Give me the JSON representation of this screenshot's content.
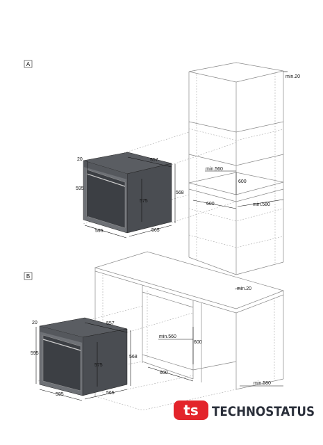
{
  "sections": {
    "a": "A",
    "b": "B"
  },
  "oven": {
    "d20": "20",
    "w595": "595",
    "h595": "595",
    "d557": "557",
    "h575": "575",
    "h568": "568",
    "w565": "565"
  },
  "cabinet": {
    "min20": "min.20",
    "min560": "min.560",
    "h600": "600",
    "w600": "600",
    "min580": "min.580"
  },
  "logo": {
    "text": "TECHNOSTATUS",
    "mark": "ts"
  },
  "colors": {
    "logo_red": "#e3242b",
    "logo_dark": "#2a2f3a"
  }
}
